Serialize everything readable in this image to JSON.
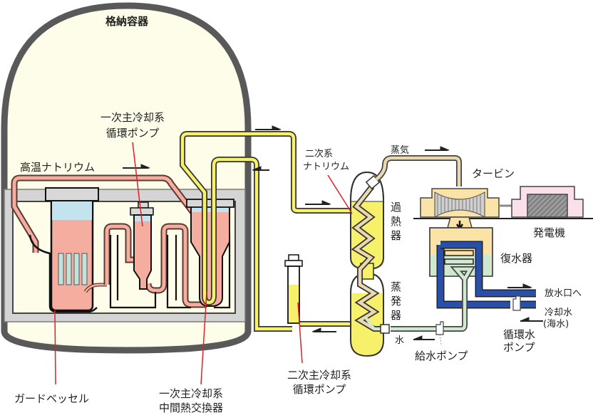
{
  "title": "高速増殖炉 ナトリウム冷却系 概念図",
  "colors": {
    "containment_fill": "#fefde9",
    "containment_wall": "#595959",
    "primary_sodium": "#f5ada0",
    "primary_pipe_edge": "#5a3a32",
    "argon_gas": "#c3e4ee",
    "secondary_sodium": "#f7f06a",
    "steam": "#e9d9b0",
    "feedwater": "#cfe8cf",
    "cooling_water": "#2a4fa8",
    "turbine_body": "#fbe3a8",
    "generator_body": "#fbdfea",
    "leader_line": "#e0202a"
  },
  "labels": {
    "containment_vessel": "格納容器",
    "primary_pump_line1": "一次主冷却系",
    "primary_pump_line2": "循環ポンプ",
    "hot_sodium": "高温ナトリウム",
    "guard_vessel": "ガードベッセル",
    "ihx_line1": "一次主冷却系",
    "ihx_line2": "中間熱交換器",
    "secondary_sodium_line1": "二次系",
    "secondary_sodium_line2": "ナトリウム",
    "secondary_pump_line1": "二次主冷却系",
    "secondary_pump_line2": "循環ポンプ",
    "steam": "蒸気",
    "turbine": "タービン",
    "generator": "発電機",
    "superheater": [
      "過",
      "熱",
      "器"
    ],
    "evaporator": [
      "蒸",
      "発",
      "器"
    ],
    "condenser": "復水器",
    "outlet": "放水口へ",
    "cooling_water_line1": "冷却水",
    "cooling_water_line2": "(海水)",
    "circ_pump_line1": "循環水",
    "circ_pump_line2": "ポンプ",
    "water": "水",
    "feed_pump": "給水ポンプ"
  }
}
